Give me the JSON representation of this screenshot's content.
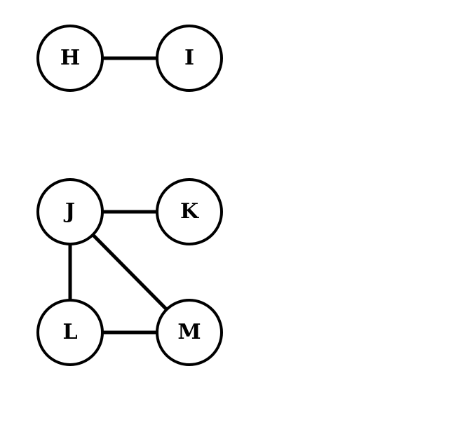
{
  "diagram": {
    "type": "undirected-graph",
    "nodes": [
      {
        "id": "H",
        "label": "H"
      },
      {
        "id": "I",
        "label": "I"
      },
      {
        "id": "J",
        "label": "J"
      },
      {
        "id": "K",
        "label": "K"
      },
      {
        "id": "L",
        "label": "L"
      },
      {
        "id": "M",
        "label": "M"
      }
    ],
    "edges": [
      {
        "from": "H",
        "to": "I"
      },
      {
        "from": "J",
        "to": "K"
      },
      {
        "from": "J",
        "to": "L"
      },
      {
        "from": "J",
        "to": "M"
      },
      {
        "from": "L",
        "to": "M"
      }
    ],
    "colors": {
      "stroke": "#000000",
      "fill": "#ffffff",
      "background": "#ffffff"
    }
  }
}
